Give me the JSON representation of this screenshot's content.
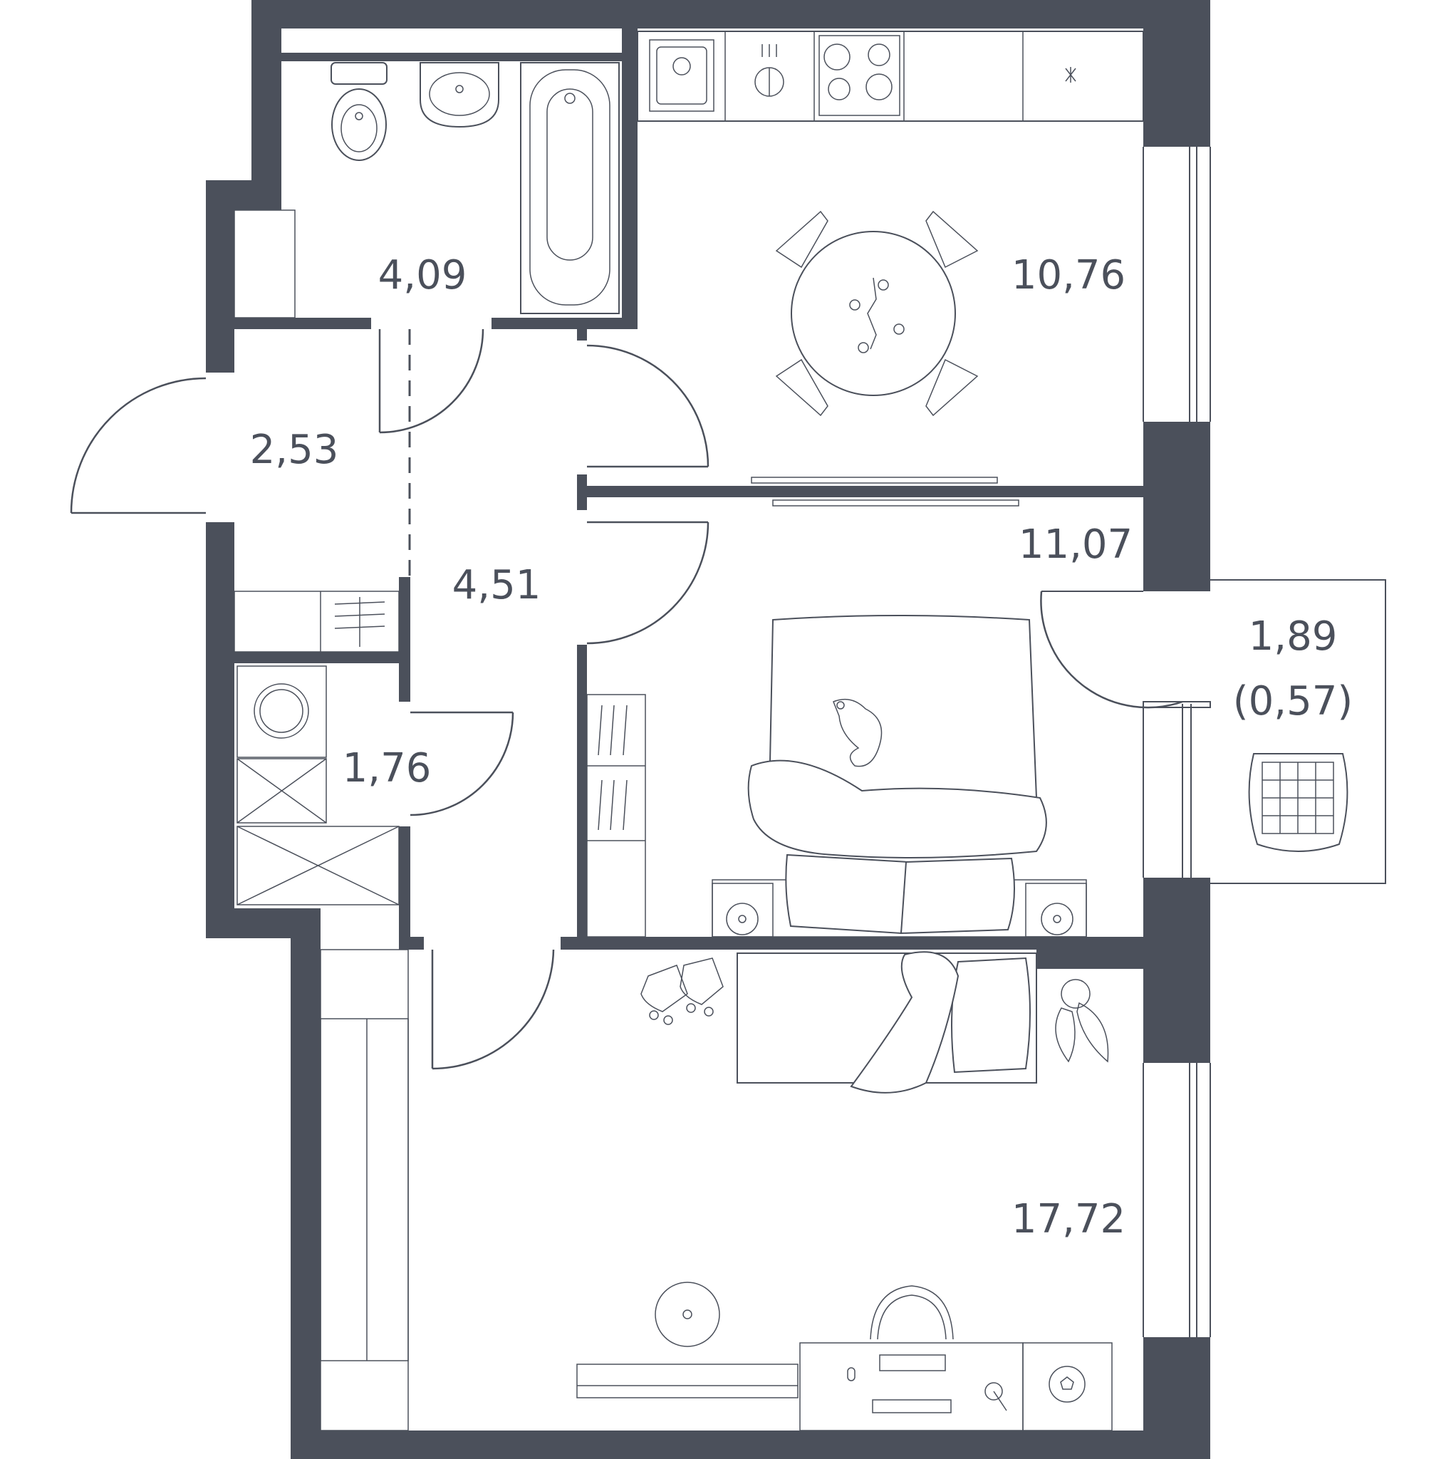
{
  "plan": {
    "wall_color": "#4b505b",
    "background_color": "#ffffff",
    "rooms": [
      {
        "id": "bathroom",
        "area": "4,09"
      },
      {
        "id": "kitchen",
        "area": "10,76"
      },
      {
        "id": "entry",
        "area": "2,53"
      },
      {
        "id": "hall",
        "area": "4,51"
      },
      {
        "id": "bedroom",
        "area": "11,07"
      },
      {
        "id": "balcony",
        "area": "1,89"
      },
      {
        "id": "balcony-reduced",
        "area": "(0,57)"
      },
      {
        "id": "utility",
        "area": "1,76"
      },
      {
        "id": "living-room",
        "area": "17,72"
      }
    ],
    "icons": {
      "toilet": "toilet-icon",
      "sink": "washbasin-icon",
      "bathtub": "bathtub-icon",
      "kitchen_sink": "kitchen-sink-icon",
      "faucet": "faucet-icon",
      "cooktop": "cooktop-icon",
      "washing_machine": "washing-machine-icon",
      "soccer_ball": "soccer-ball-icon"
    }
  }
}
